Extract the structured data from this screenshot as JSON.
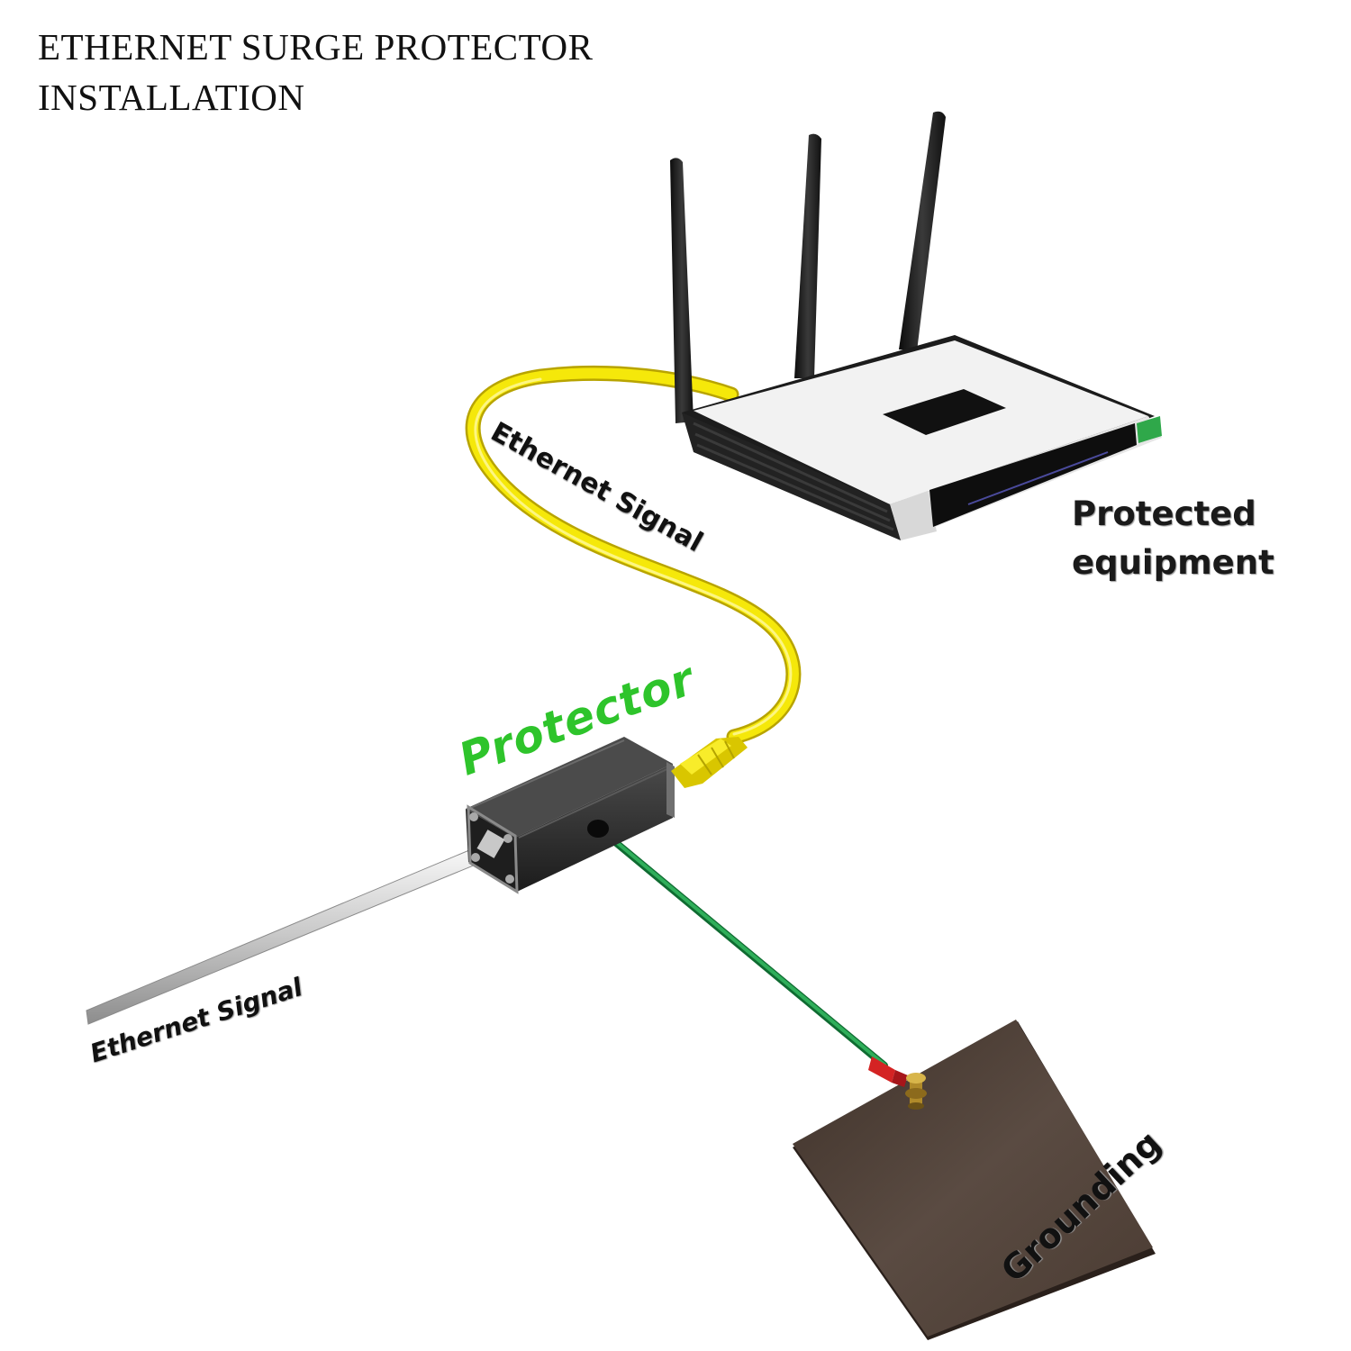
{
  "title": {
    "line1": "ETHERNET SURGE PROTECTOR",
    "line2": "INSTALLATION"
  },
  "labels": {
    "protected_line1": "Protected",
    "protected_line2": "equipment",
    "ethernet_signal_top": "Ethernet Signal",
    "ethernet_signal_bottom": "Ethernet Signal",
    "protector": "Protector",
    "grounding": "Grounding"
  },
  "colors": {
    "protector_label": "#2ec42b",
    "ethernet_cable_out": "#f2e600",
    "ground_wire": "#1f9a4a",
    "ground_plate": "#4a3d35",
    "router_body": "#efefef",
    "protector_body": "#2b2b2b"
  },
  "icons": {
    "router": "wireless-router-icon",
    "protector": "surge-protector-icon",
    "ground_plate": "grounding-plate-icon"
  }
}
